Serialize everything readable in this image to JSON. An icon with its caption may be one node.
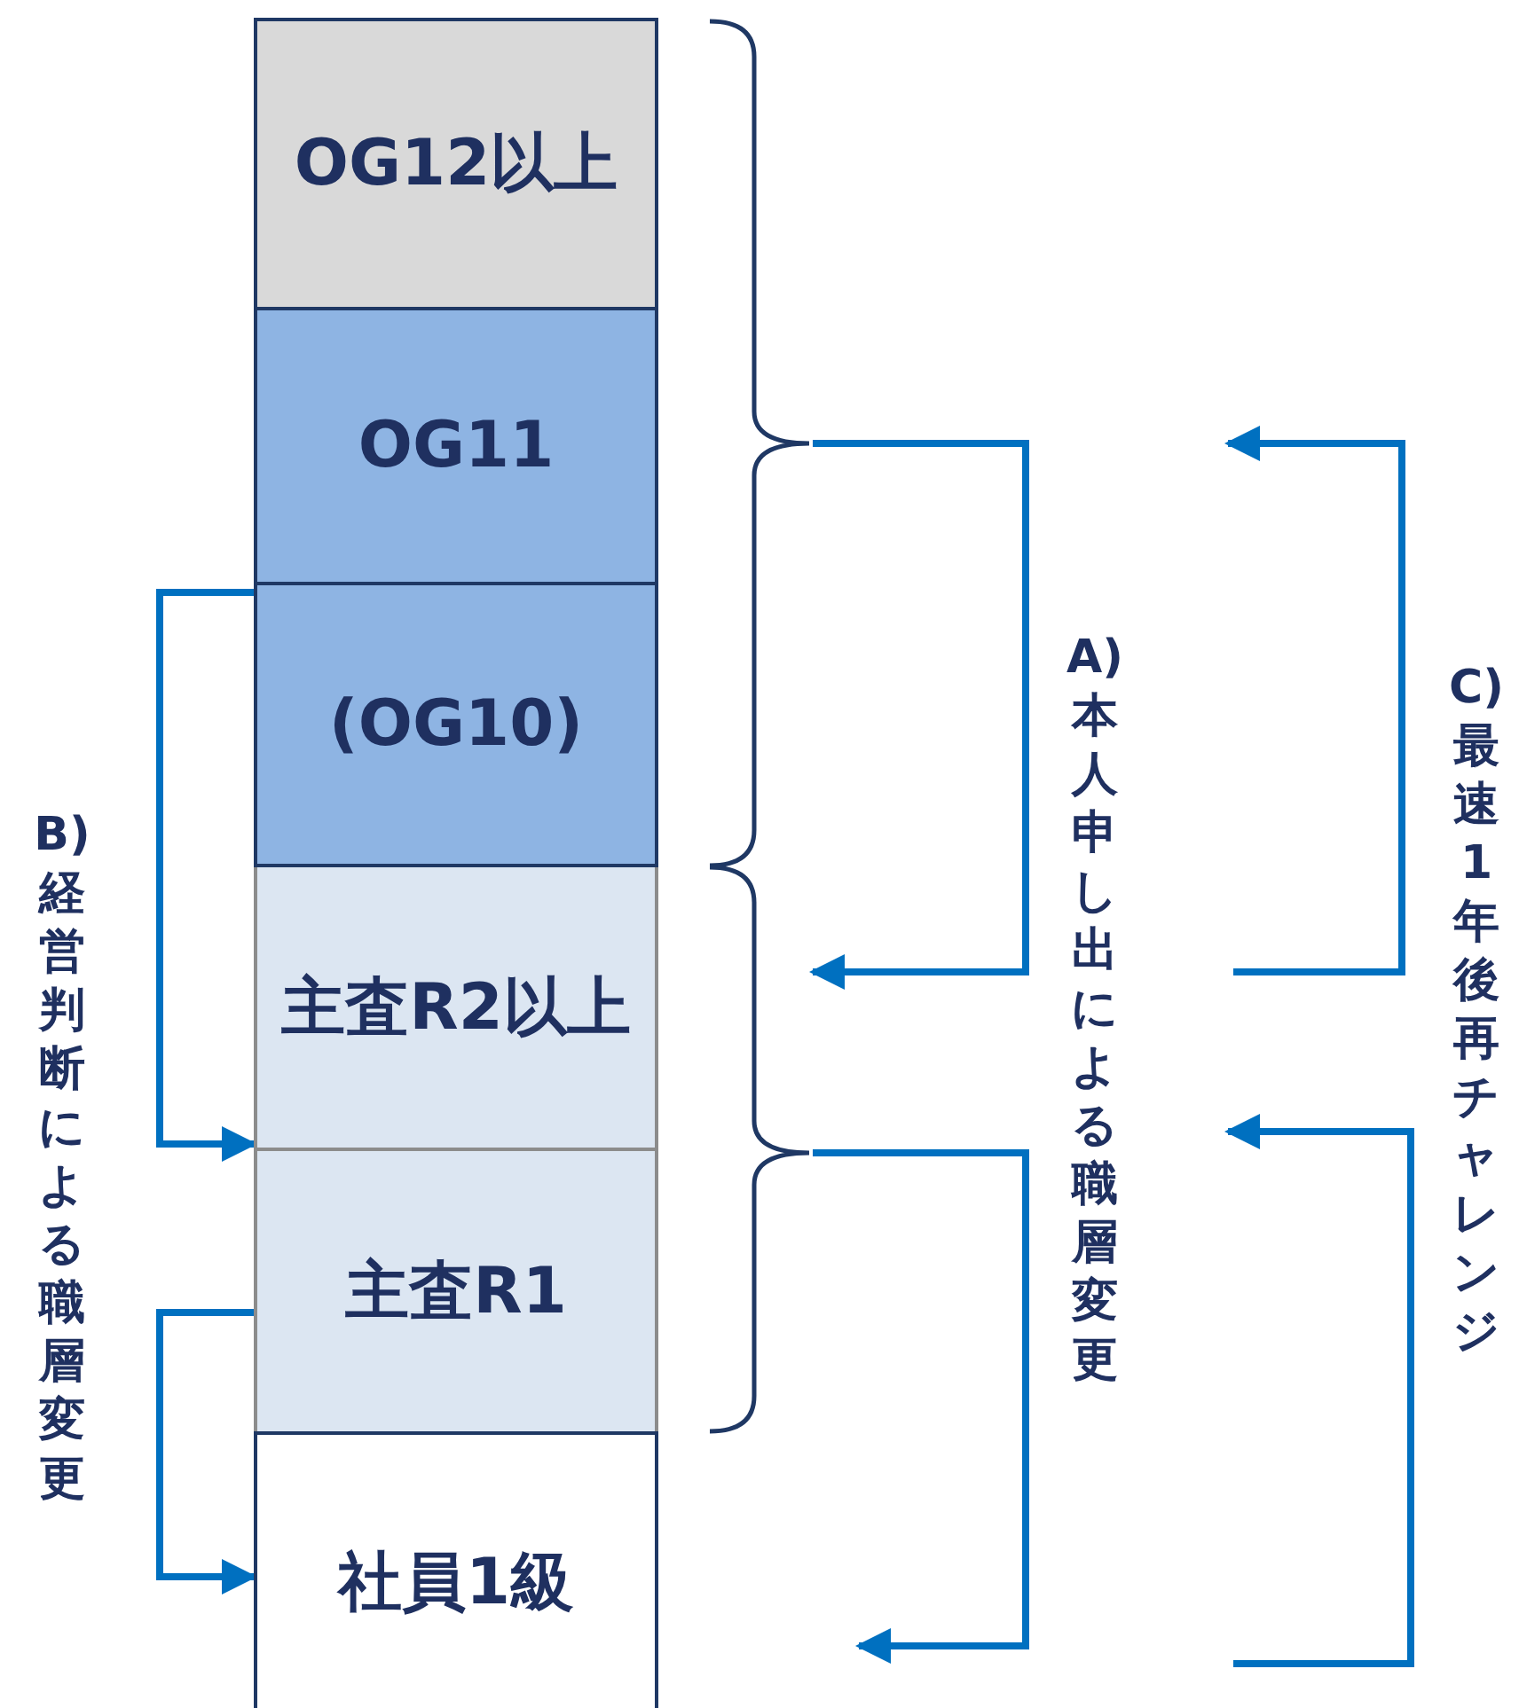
{
  "diagram": {
    "nodes": [
      {
        "text": [
          "OG12以上"
        ]
      },
      {
        "text": [
          "OG11"
        ]
      },
      {
        "text": [
          "(OG10)"
        ]
      },
      {
        "text": [
          "主査R2以上"
        ]
      },
      {
        "text": [
          "主査R1"
        ]
      },
      {
        "text": [
          "社員1級"
        ]
      },
      {
        "text": [],
        "shape": "bracket"
      },
      {
        "text": [],
        "shape": "bracket"
      }
    ],
    "edges": [
      {
        "from": 2,
        "to": 3,
        "arrow": "to"
      },
      {
        "from": 4,
        "to": 5,
        "arrow": "to"
      },
      {
        "from": 6,
        "to": 7,
        "arrow": "to"
      },
      {
        "from": 7,
        "to": null,
        "arrow": "to"
      }
    ],
    "labels": [
      "B)経営判断による職層変更",
      "A)本人申し出による職層変更",
      "C)最速1年後再チャレンジ"
    ]
  }
}
